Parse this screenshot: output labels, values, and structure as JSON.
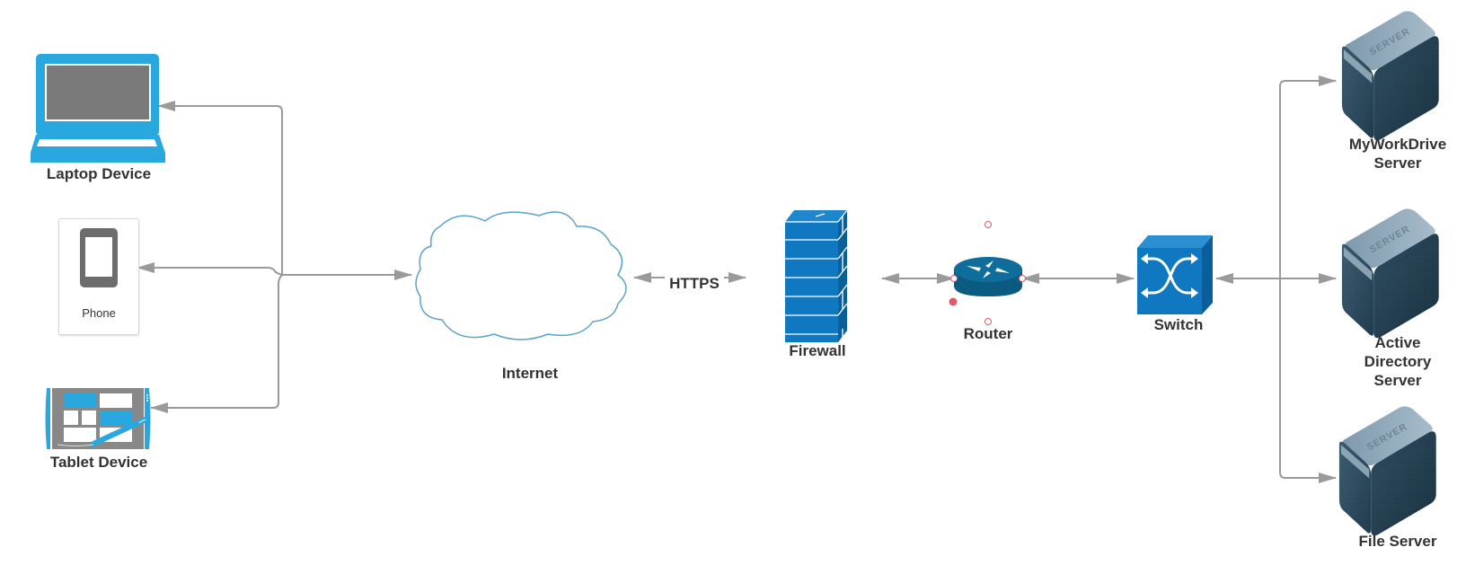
{
  "diagram": {
    "type": "network-topology",
    "colors": {
      "device_blue": "#29a8e0",
      "network_blue": "#0f78c0",
      "router_blue": "#0e6d9a",
      "server_dark": "#2b4a5e",
      "server_top": "#8fa9bb",
      "connector_gray": "#9a9a9a",
      "cloud_stroke": "#5aa3c8",
      "label_text": "#333333",
      "selection_red": "#e05a68"
    },
    "nodes": {
      "laptop": {
        "label": "Laptop Device",
        "icon": "laptop-icon"
      },
      "phone": {
        "label": "Phone",
        "icon": "phone-icon"
      },
      "tablet": {
        "label": "Tablet Device",
        "icon": "tablet-icon"
      },
      "internet": {
        "label": "Internet",
        "icon": "cloud-icon"
      },
      "firewall": {
        "label": "Firewall",
        "icon": "firewall-icon"
      },
      "router": {
        "label": "Router",
        "icon": "router-icon",
        "selected": true
      },
      "switch": {
        "label": "Switch",
        "icon": "switch-icon"
      },
      "mywork_server": {
        "label_line1": "MyWorkDrive",
        "label_line2": "Server",
        "icon": "server-icon",
        "badge": "SERVER"
      },
      "ad_server": {
        "label_line1": "Active",
        "label_line2": "Directory",
        "label_line3": "Server",
        "icon": "server-icon",
        "badge": "SERVER"
      },
      "file_server": {
        "label": "File Server",
        "icon": "server-icon",
        "badge": "SERVER"
      }
    },
    "edges": [
      {
        "from": "internet",
        "to": "laptop",
        "direction": "one-way"
      },
      {
        "from": "internet",
        "to": "phone",
        "direction": "one-way"
      },
      {
        "from": "internet",
        "to": "tablet",
        "direction": "one-way"
      },
      {
        "from": "devices",
        "to": "internet",
        "direction": "one-way"
      },
      {
        "from": "internet",
        "to": "firewall",
        "direction": "two-way",
        "label": "HTTPS"
      },
      {
        "from": "firewall",
        "to": "router",
        "direction": "two-way"
      },
      {
        "from": "router",
        "to": "switch",
        "direction": "two-way"
      },
      {
        "from": "switch",
        "to": "mywork_server",
        "direction": "two-way"
      },
      {
        "from": "switch",
        "to": "ad_server",
        "direction": "two-way"
      },
      {
        "from": "switch",
        "to": "file_server",
        "direction": "two-way"
      }
    ],
    "edge_labels": {
      "https": "HTTPS"
    }
  }
}
